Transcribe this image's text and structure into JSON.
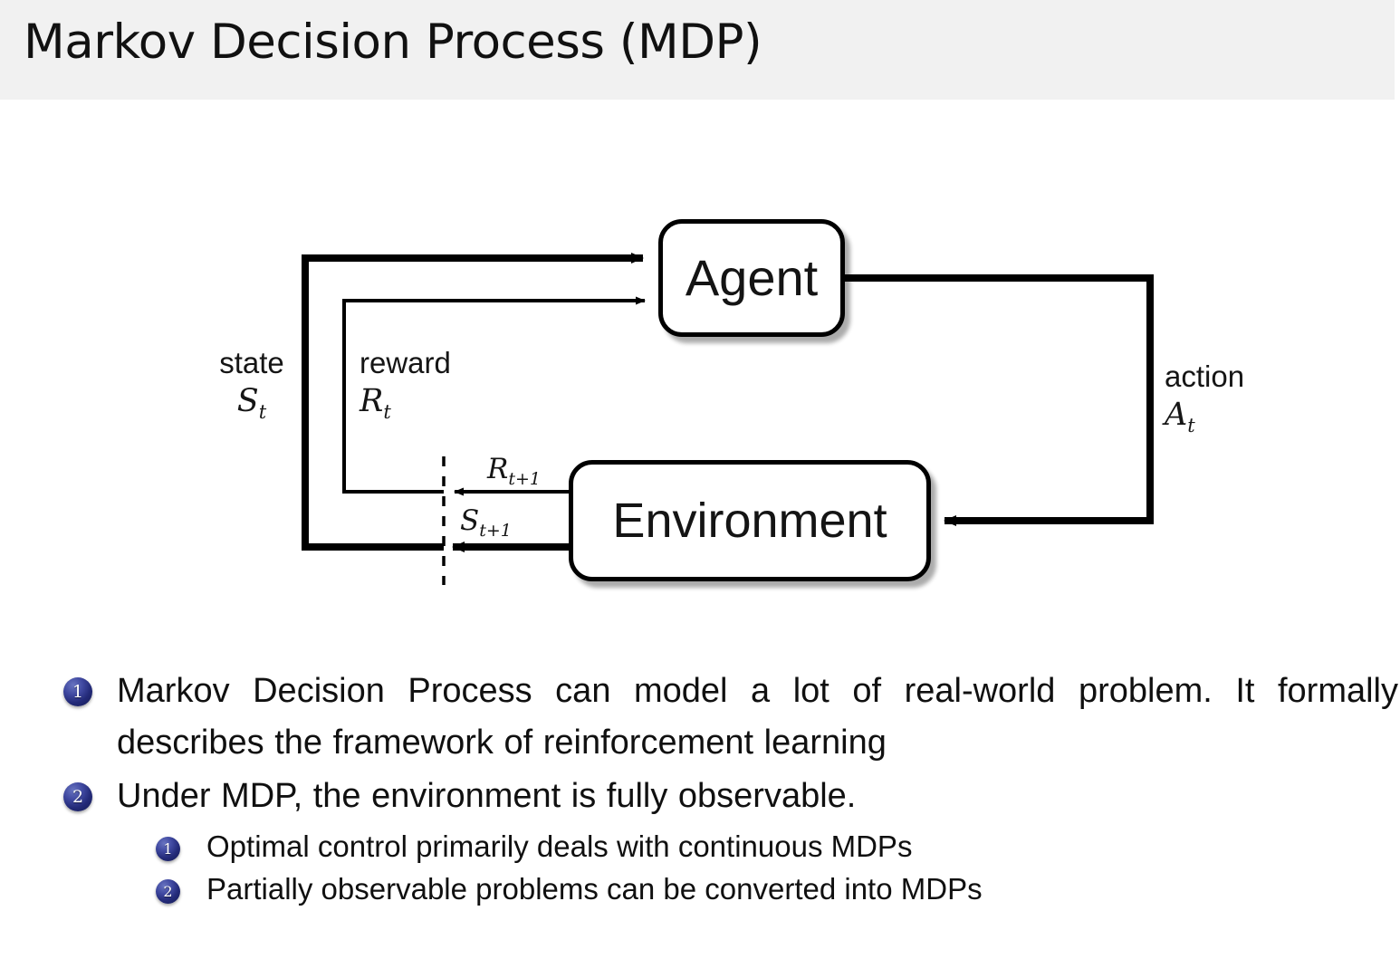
{
  "slide": {
    "title": "Markov Decision Process (MDP)",
    "header_bg": "#f1f1f1",
    "background": "#ffffff",
    "bullet_marker_color": "#232a78"
  },
  "diagram": {
    "type": "agent-environment-interaction-loop",
    "nodes": {
      "agent": "Agent",
      "environment": "Environment"
    },
    "labels": {
      "state_word": "state",
      "state_symbol": "S",
      "state_subscript": "t",
      "reward_word": "reward",
      "reward_symbol": "R",
      "reward_subscript": "t",
      "action_word": "action",
      "action_symbol": "A",
      "action_subscript": "t",
      "reward_next_symbol": "R",
      "reward_next_subscript": "t+1",
      "state_next_symbol": "S",
      "state_next_subscript": "t+1"
    }
  },
  "bullets": [
    {
      "number": "1",
      "text": "Markov Decision Process can model a lot of real-world problem. It formally describes the framework of reinforcement learning",
      "children": []
    },
    {
      "number": "2",
      "text": "Under MDP, the environment is fully observable.",
      "children": [
        {
          "number": "1",
          "text": "Optimal control primarily deals with continuous MDPs"
        },
        {
          "number": "2",
          "text": "Partially observable problems can be converted into MDPs"
        }
      ]
    }
  ]
}
